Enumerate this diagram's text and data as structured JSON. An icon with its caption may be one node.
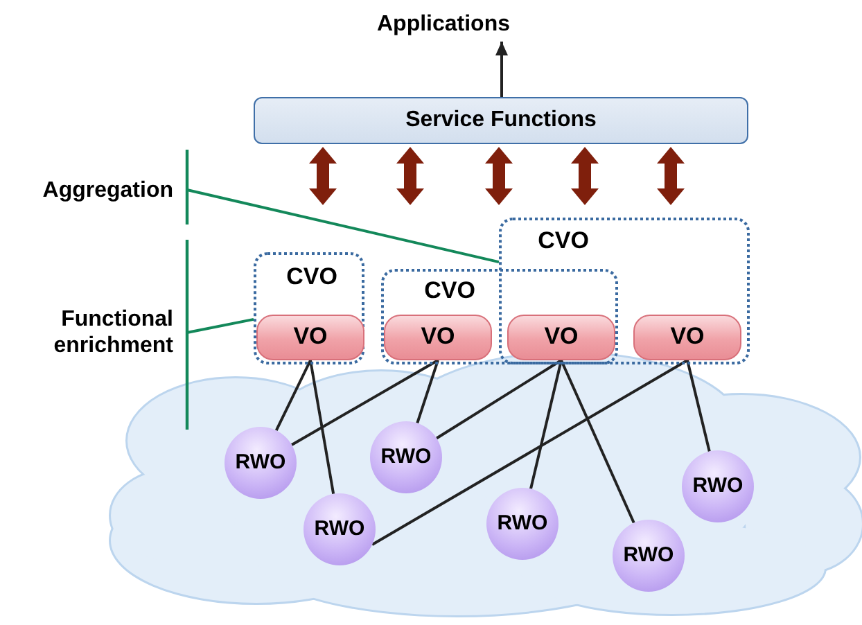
{
  "diagram": {
    "nodes": [
      {
        "text": [
          "Applications"
        ]
      },
      {
        "text": [
          "Service Functions"
        ]
      },
      {
        "text": [
          "Aggregation"
        ]
      },
      {
        "text": [
          "Functional enrichment"
        ]
      },
      {
        "text": [
          "CVO"
        ]
      },
      {
        "text": [
          "CVO"
        ]
      },
      {
        "text": [
          "CVO"
        ]
      },
      {
        "text": [
          "VO"
        ],
        "in": 4
      },
      {
        "text": [
          "VO"
        ],
        "in": 5
      },
      {
        "text": [
          "VO"
        ]
      },
      {
        "text": [
          "VO"
        ],
        "in": 6
      },
      {
        "text": [
          "RWO"
        ]
      },
      {
        "text": [
          "RWO"
        ]
      },
      {
        "text": [
          "RWO"
        ]
      },
      {
        "text": [
          "RWO"
        ]
      },
      {
        "text": [
          "RWO"
        ]
      },
      {
        "text": [
          "RWO"
        ]
      }
    ],
    "edges": [
      {
        "from": 1,
        "to": 0,
        "arrow": "to"
      },
      {
        "from": 1,
        "to": null,
        "arrow": "both",
        "style": "thick",
        "color": "#7f1f0c"
      },
      {
        "from": 1,
        "to": null,
        "arrow": "both",
        "style": "thick",
        "color": "#7f1f0c"
      },
      {
        "from": 1,
        "to": null,
        "arrow": "both",
        "style": "thick",
        "color": "#7f1f0c"
      },
      {
        "from": 1,
        "to": null,
        "arrow": "both",
        "style": "thick",
        "color": "#7f1f0c"
      },
      {
        "from": 1,
        "to": null,
        "arrow": "both",
        "style": "thick",
        "color": "#7f1f0c"
      },
      {
        "from": 2,
        "to": 6,
        "arrow": "none",
        "color": "#13885a"
      },
      {
        "from": 3,
        "to": 4,
        "arrow": "none",
        "color": "#13885a"
      },
      {
        "from": 7,
        "to": 11,
        "arrow": "none"
      },
      {
        "from": 7,
        "to": 12,
        "arrow": "none"
      },
      {
        "from": 8,
        "to": 11,
        "arrow": "none"
      },
      {
        "from": 8,
        "to": 13,
        "arrow": "none"
      },
      {
        "from": 9,
        "to": 13,
        "arrow": "none"
      },
      {
        "from": 9,
        "to": 14,
        "arrow": "none"
      },
      {
        "from": 9,
        "to": 15,
        "arrow": "none"
      },
      {
        "from": 10,
        "to": 12,
        "arrow": "none"
      },
      {
        "from": 10,
        "to": 16,
        "arrow": "none"
      }
    ]
  }
}
